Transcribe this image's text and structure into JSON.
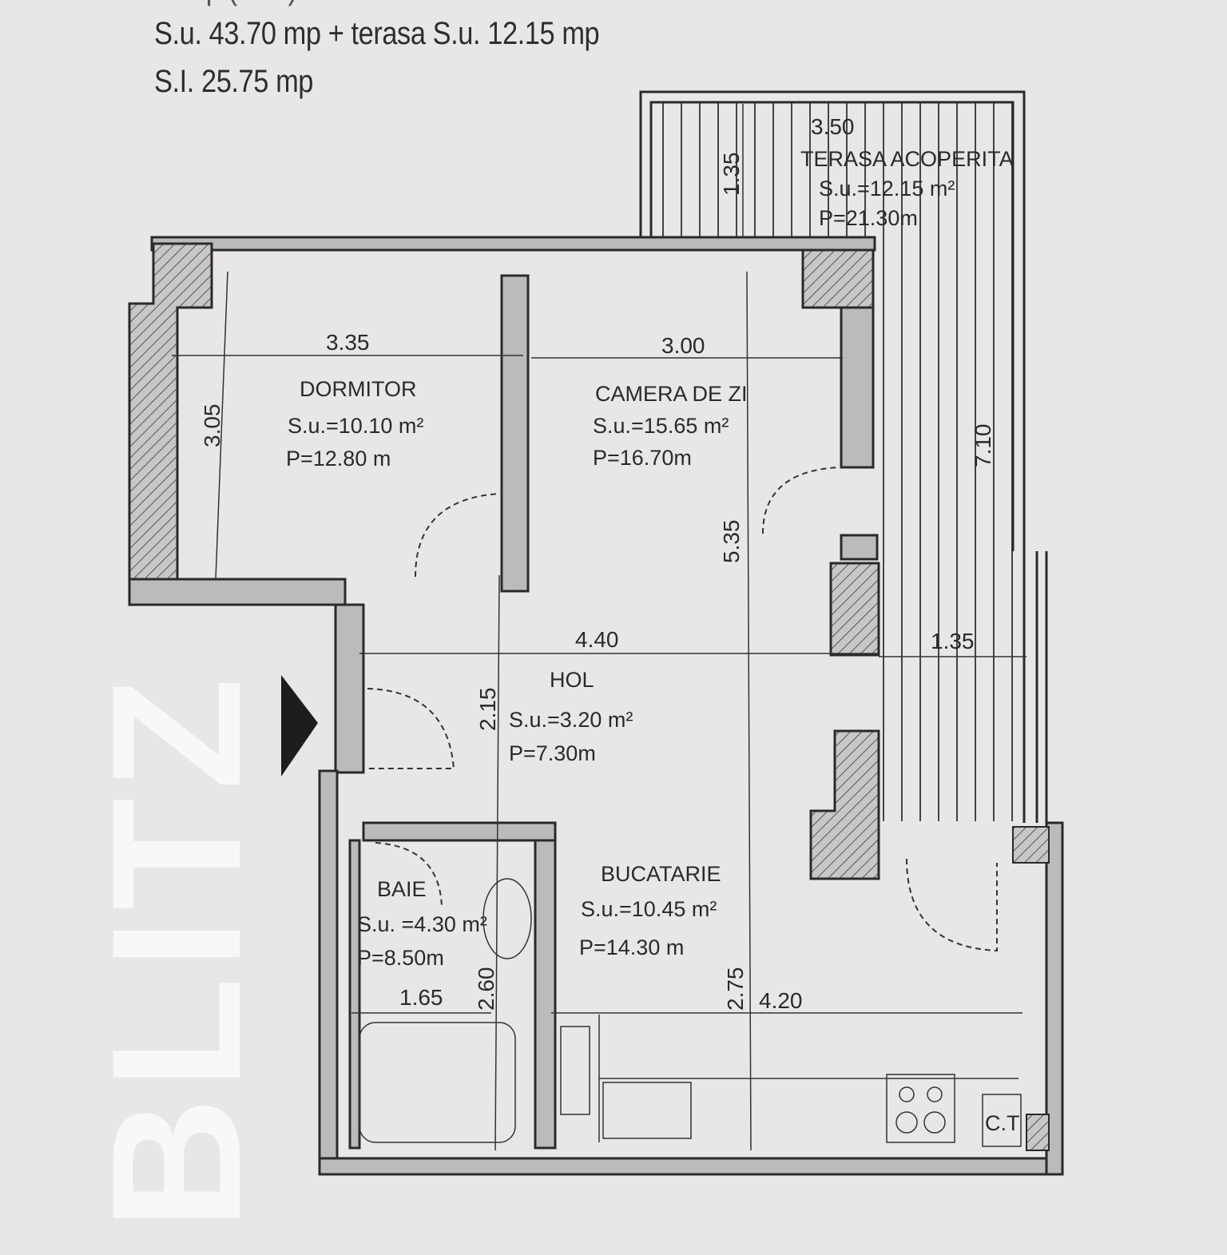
{
  "header": {
    "line_top_partial": "... mp (... ...) ...",
    "line1": "S.u. 43.70 mp + terasa S.u. 12.15 mp",
    "line2": "S.I. 25.75 mp"
  },
  "watermark": "BLITZ",
  "rooms": {
    "terasa": {
      "name": "TERASA ACOPERITA",
      "area": "S.u.=12.15 m²",
      "perimeter": "P=21.30m"
    },
    "dormitor": {
      "name": "DORMITOR",
      "area": "S.u.=10.10 m²",
      "perimeter": "P=12.80 m"
    },
    "camera": {
      "name": "CAMERA DE ZI",
      "area": "S.u.=15.65 m²",
      "perimeter": "P=16.70m"
    },
    "hol": {
      "name": "HOL",
      "area": "S.u.=3.20 m²",
      "perimeter": "P=7.30m"
    },
    "baie": {
      "name": "BAIE",
      "area": "S.u. =4.30 m²",
      "perimeter": "P=8.50m"
    },
    "bucatarie": {
      "name": "BUCATARIE",
      "area": "S.u.=10.45 m²",
      "perimeter": "P=14.30 m"
    },
    "ct": {
      "name": "C.T"
    }
  },
  "dimensions": {
    "terasa_w": "3.50",
    "terasa_h": "1.35",
    "dormitor_w": "3.35",
    "dormitor_h": "3.05",
    "camera_w": "3.00",
    "camera_h": "5.35",
    "terasa_long": "7.10",
    "hol_w": "4.40",
    "terasa_depth": "1.35",
    "hol_h": "2.15",
    "baie_w": "1.65",
    "baie_h": "2.60",
    "bucatarie_h": "2.75",
    "bucatarie_w": "4.20"
  }
}
